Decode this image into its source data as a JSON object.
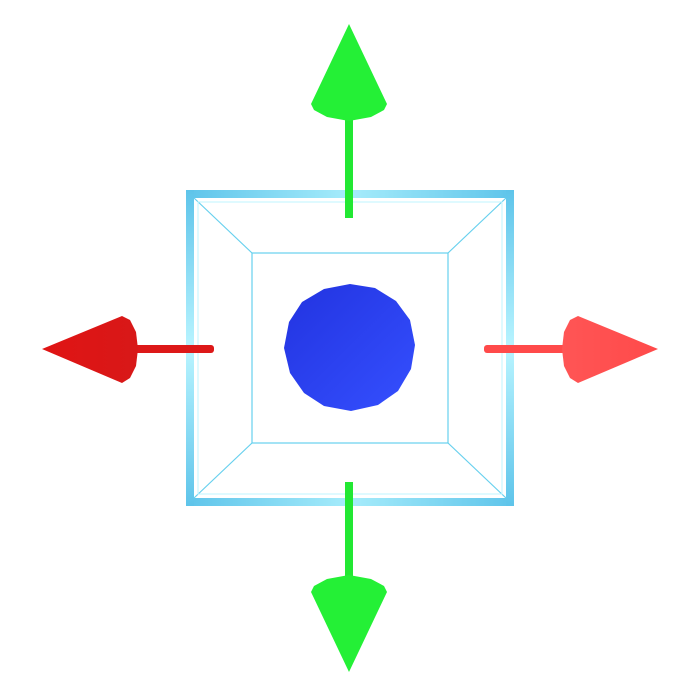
{
  "gizmo": {
    "colors": {
      "x_axis_base": "#e01818",
      "x_axis_highlight": "#ff5a5a",
      "y_axis_base": "#22ee33",
      "y_axis_dark": "#18cc28",
      "center_sphere": "#2233ee",
      "center_sphere_highlight": "#3a55ff",
      "box_frame_outer": "#66ccee",
      "box_frame_inner": "#aaf0ff",
      "box_edge_lines": "#55ccee",
      "background": "#ffffff"
    },
    "parts": {
      "x_axis_negative": "red-arrow-left",
      "x_axis_positive": "red-arrow-right",
      "y_axis_positive": "green-arrow-up",
      "y_axis_negative": "green-arrow-down",
      "center": "blue-sphere",
      "frame": "cyan-wireframe-box"
    }
  }
}
